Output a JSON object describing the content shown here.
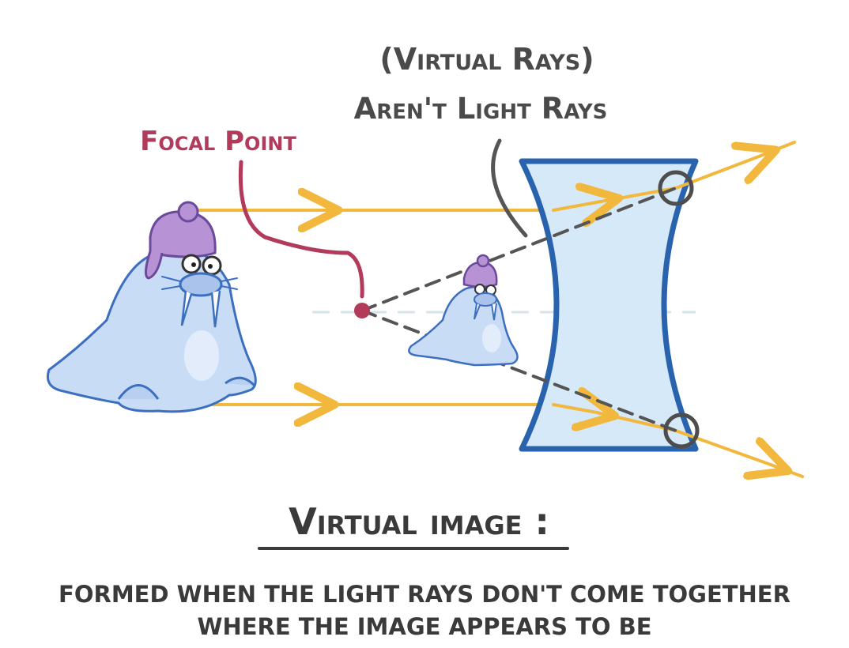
{
  "labels": {
    "virtual_rays": "(Virtual Rays)",
    "arent_light_rays": "Aren't Light Rays",
    "focal_point": "Focal Point",
    "heading": "Virtual image :",
    "definition_line1": "FORMED WHEN THE LIGHT RAYS DON'T COME TOGETHER",
    "definition_line2": "WHERE THE IMAGE APPEARS TO BE"
  },
  "colors": {
    "light_ray": "#f2b83d",
    "virtual_ray": "#555555",
    "lens_fill": "#d6e9f8",
    "lens_stroke": "#2a63ad",
    "focal_label": "#b23a5a",
    "focal_point": "#b23a5a",
    "walrus_body": "#c9dcf6",
    "walrus_outline": "#3d6fc0",
    "hat": "#b793d6",
    "text": "#3a3a3a"
  },
  "icons": [
    "walrus-object",
    "walrus-virtual-image",
    "concave-lens",
    "focal-point-dot"
  ]
}
